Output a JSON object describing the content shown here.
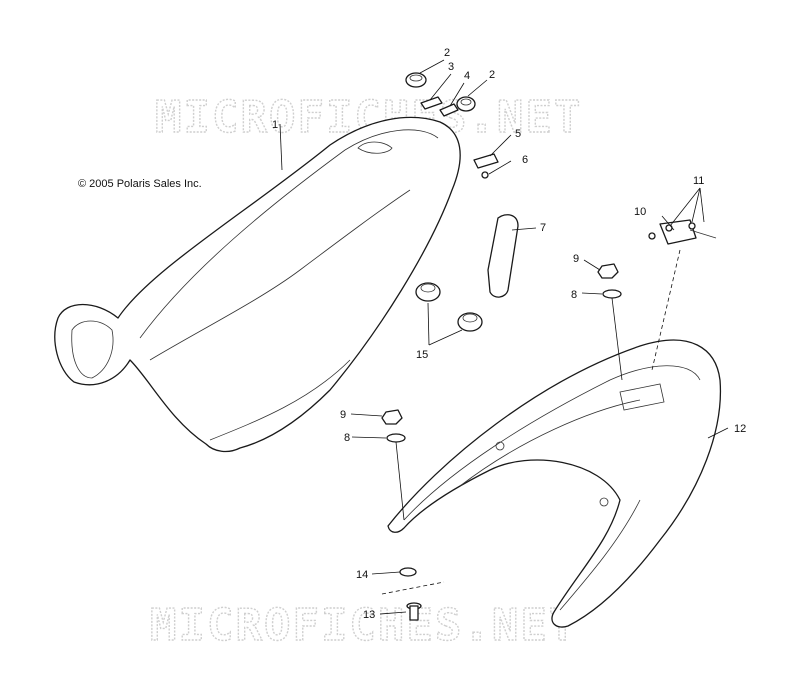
{
  "copyright": "© 2005 Polaris Sales Inc.",
  "watermark": "MICROFICHES.NET",
  "callouts": {
    "c1": "1",
    "c2a": "2",
    "c2b": "2",
    "c3": "3",
    "c4": "4",
    "c5": "5",
    "c6": "6",
    "c7": "7",
    "c8a": "8",
    "c8b": "8",
    "c9a": "9",
    "c9b": "9",
    "c10": "10",
    "c11": "11",
    "c12": "12",
    "c13": "13",
    "c14": "14",
    "c15": "15"
  }
}
